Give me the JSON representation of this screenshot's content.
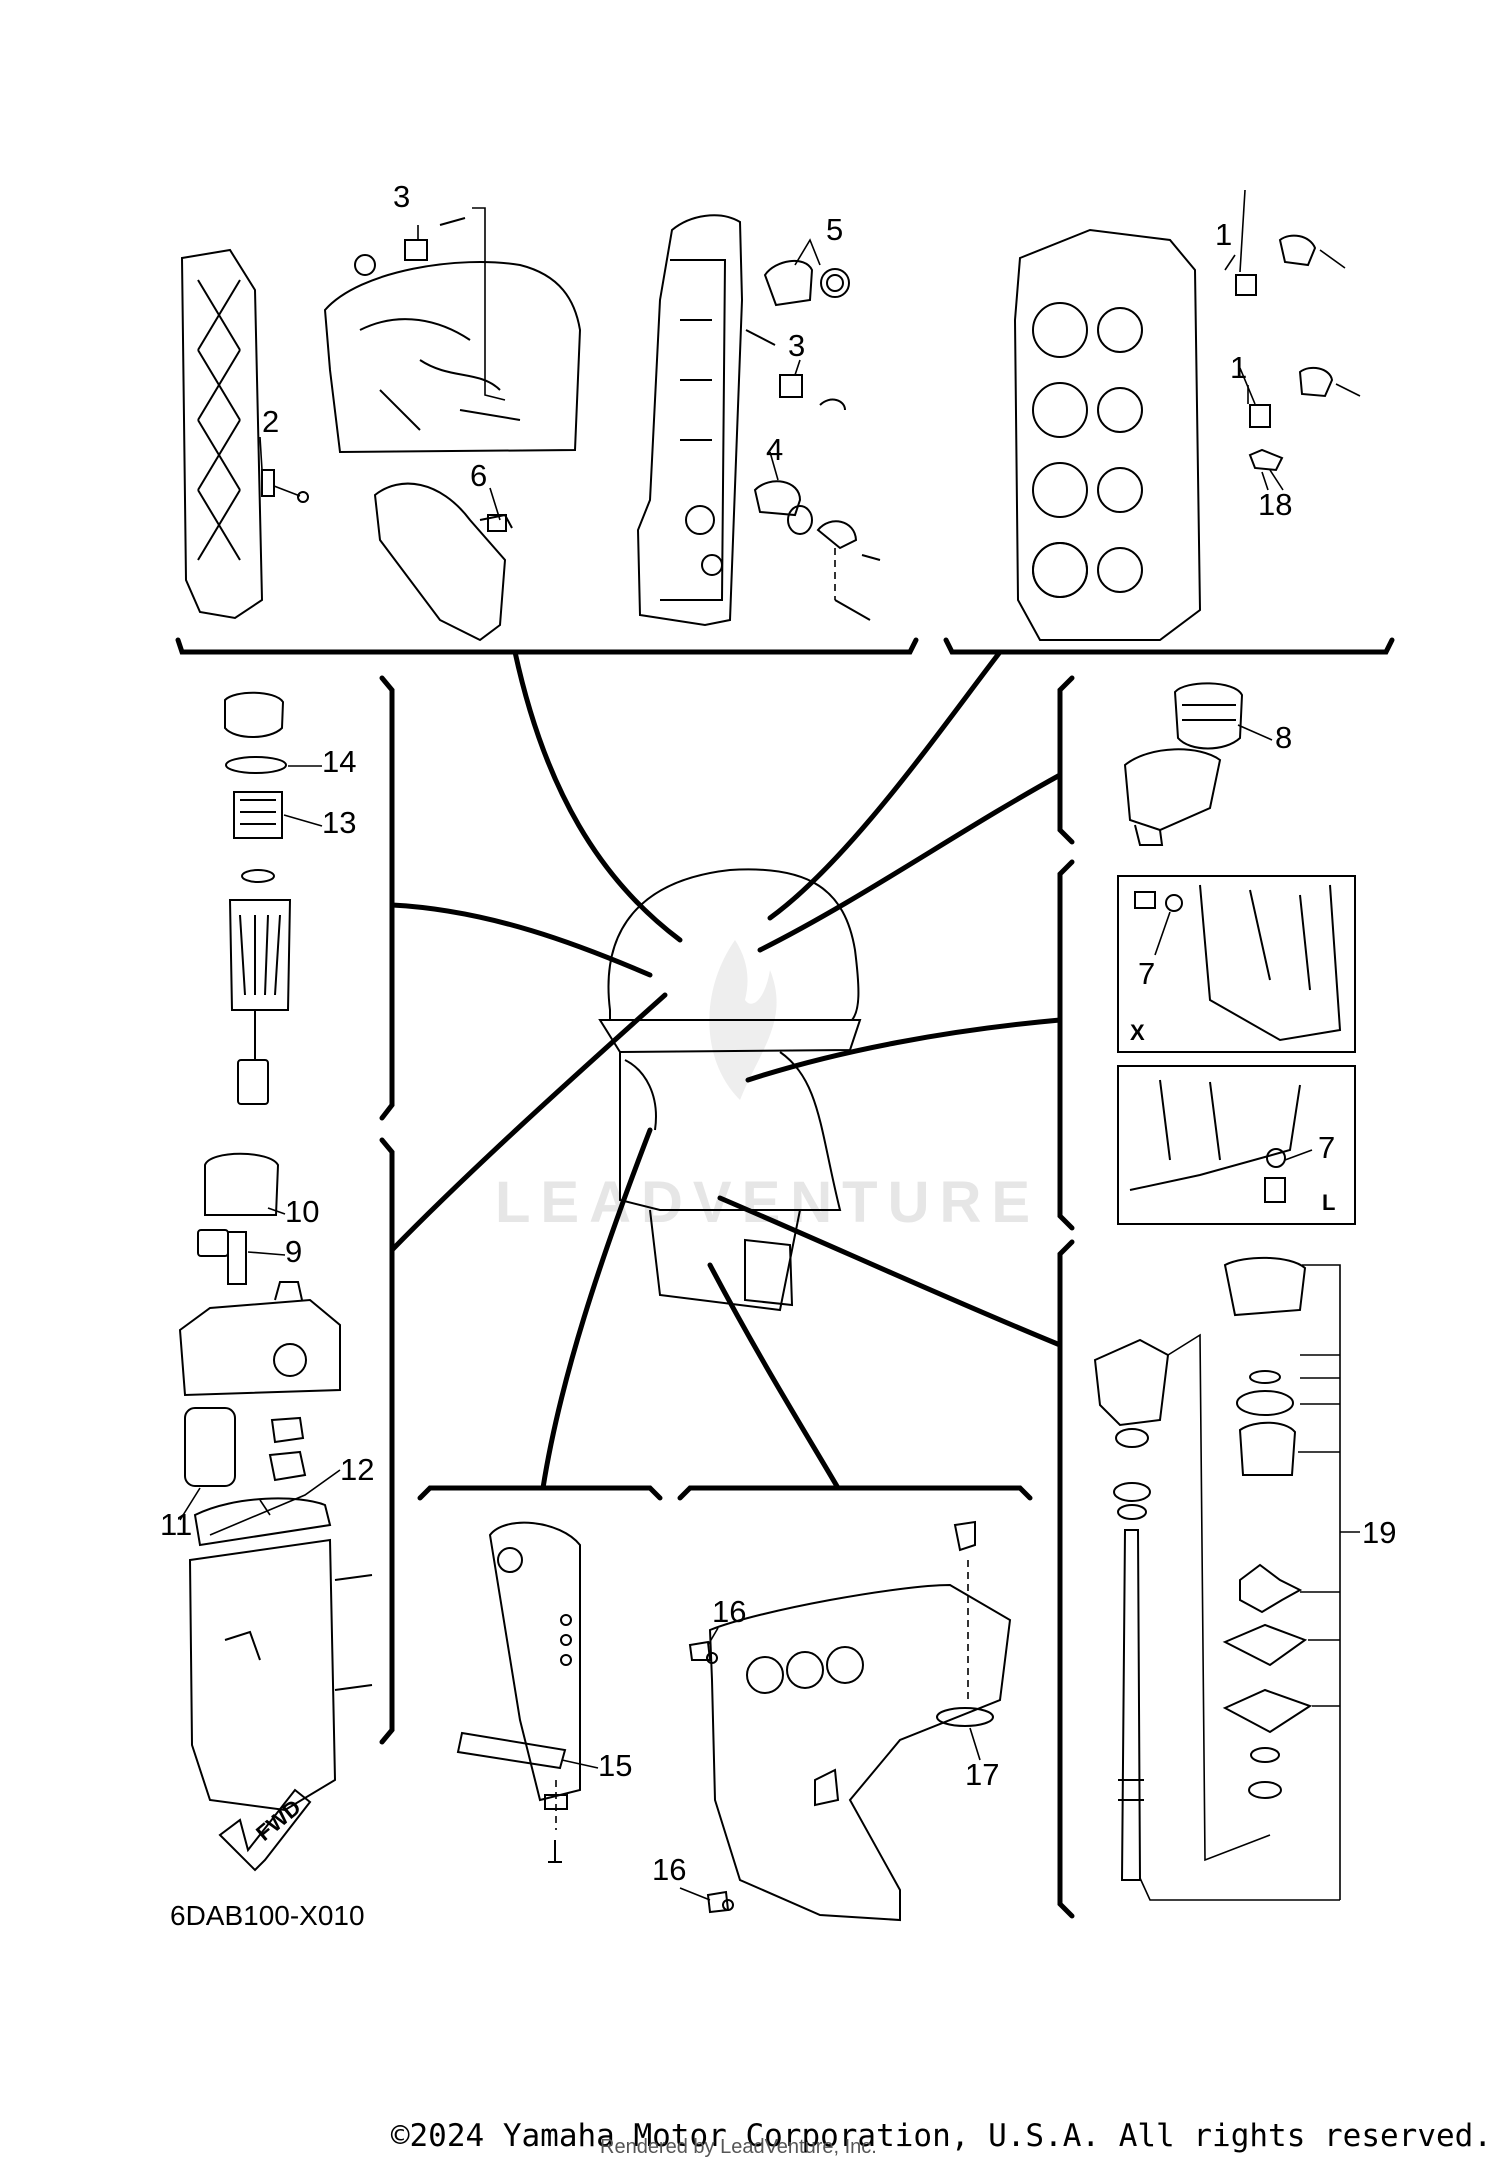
{
  "callouts": {
    "c1a": "1",
    "c1b": "1",
    "c2": "2",
    "c3a": "3",
    "c3b": "3",
    "c4": "4",
    "c5": "5",
    "c6": "6",
    "c7a": "7",
    "c7b": "7",
    "c8": "8",
    "c9": "9",
    "c10": "10",
    "c11": "11",
    "c12": "12",
    "c13": "13",
    "c14": "14",
    "c15": "15",
    "c16a": "16",
    "c16b": "16",
    "c17": "17",
    "c18": "18",
    "c19": "19"
  },
  "view_labels": {
    "x": "X",
    "l": "L"
  },
  "fwd_label": "FWD",
  "diagram_code": "6DAB100-X010",
  "watermark": "LEADVENTURE",
  "copyright": "©2024 Yamaha Motor Corporation, U.S.A. All rights reserved.",
  "rendered_by": "Rendered by LeadVenture, Inc."
}
